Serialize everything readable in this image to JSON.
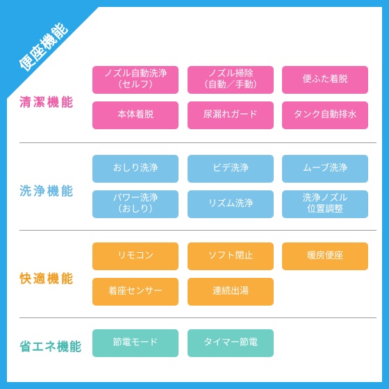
{
  "corner_tag": "便座機能",
  "sections": [
    {
      "label": "清潔機能",
      "buttons": [
        "ノズル自動洗浄\n（セルフ）",
        "ノズル掃除\n（自動／手動）",
        "便ふた着脱",
        "本体着脱",
        "尿漏れガード",
        "タンク自動排水"
      ]
    },
    {
      "label": "洗浄機能",
      "buttons": [
        "おしり洗浄",
        "ビデ洗浄",
        "ムーブ洗浄",
        "パワー洗浄\n（おしり）",
        "リズム洗浄",
        "洗浄ノズル\n位置調整"
      ]
    },
    {
      "label": "快適機能",
      "buttons": [
        "リモコン",
        "ソフト閉止",
        "暖房便座",
        "着座センサー",
        "連続出湯"
      ]
    },
    {
      "label": "省エネ機能",
      "buttons": [
        "節電モード",
        "タイマー節電"
      ]
    }
  ],
  "colors": {
    "background": "#2aa7e8",
    "clean": "#f46ab0",
    "wash": "#7cc3ea",
    "comfort": "#f8ad3d",
    "eco": "#6fcfc5"
  }
}
